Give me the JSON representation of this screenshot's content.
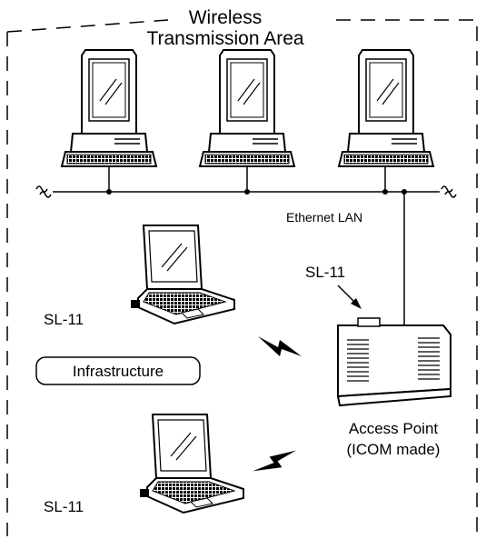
{
  "area": {
    "title_line1": "Wireless",
    "title_line2": "Transmission Area"
  },
  "network": {
    "ethernet_label": "Ethernet LAN"
  },
  "access_point": {
    "callout_label": "SL-11",
    "caption_line1": "Access Point",
    "caption_line2": "(ICOM made)"
  },
  "laptops": [
    {
      "label": "SL-11"
    },
    {
      "label": "SL-11"
    }
  ],
  "mode": {
    "label": "Infrastructure"
  },
  "icons": [
    "desktop-computer-icon",
    "laptop-icon",
    "access-point-icon",
    "wireless-signal-icon"
  ]
}
